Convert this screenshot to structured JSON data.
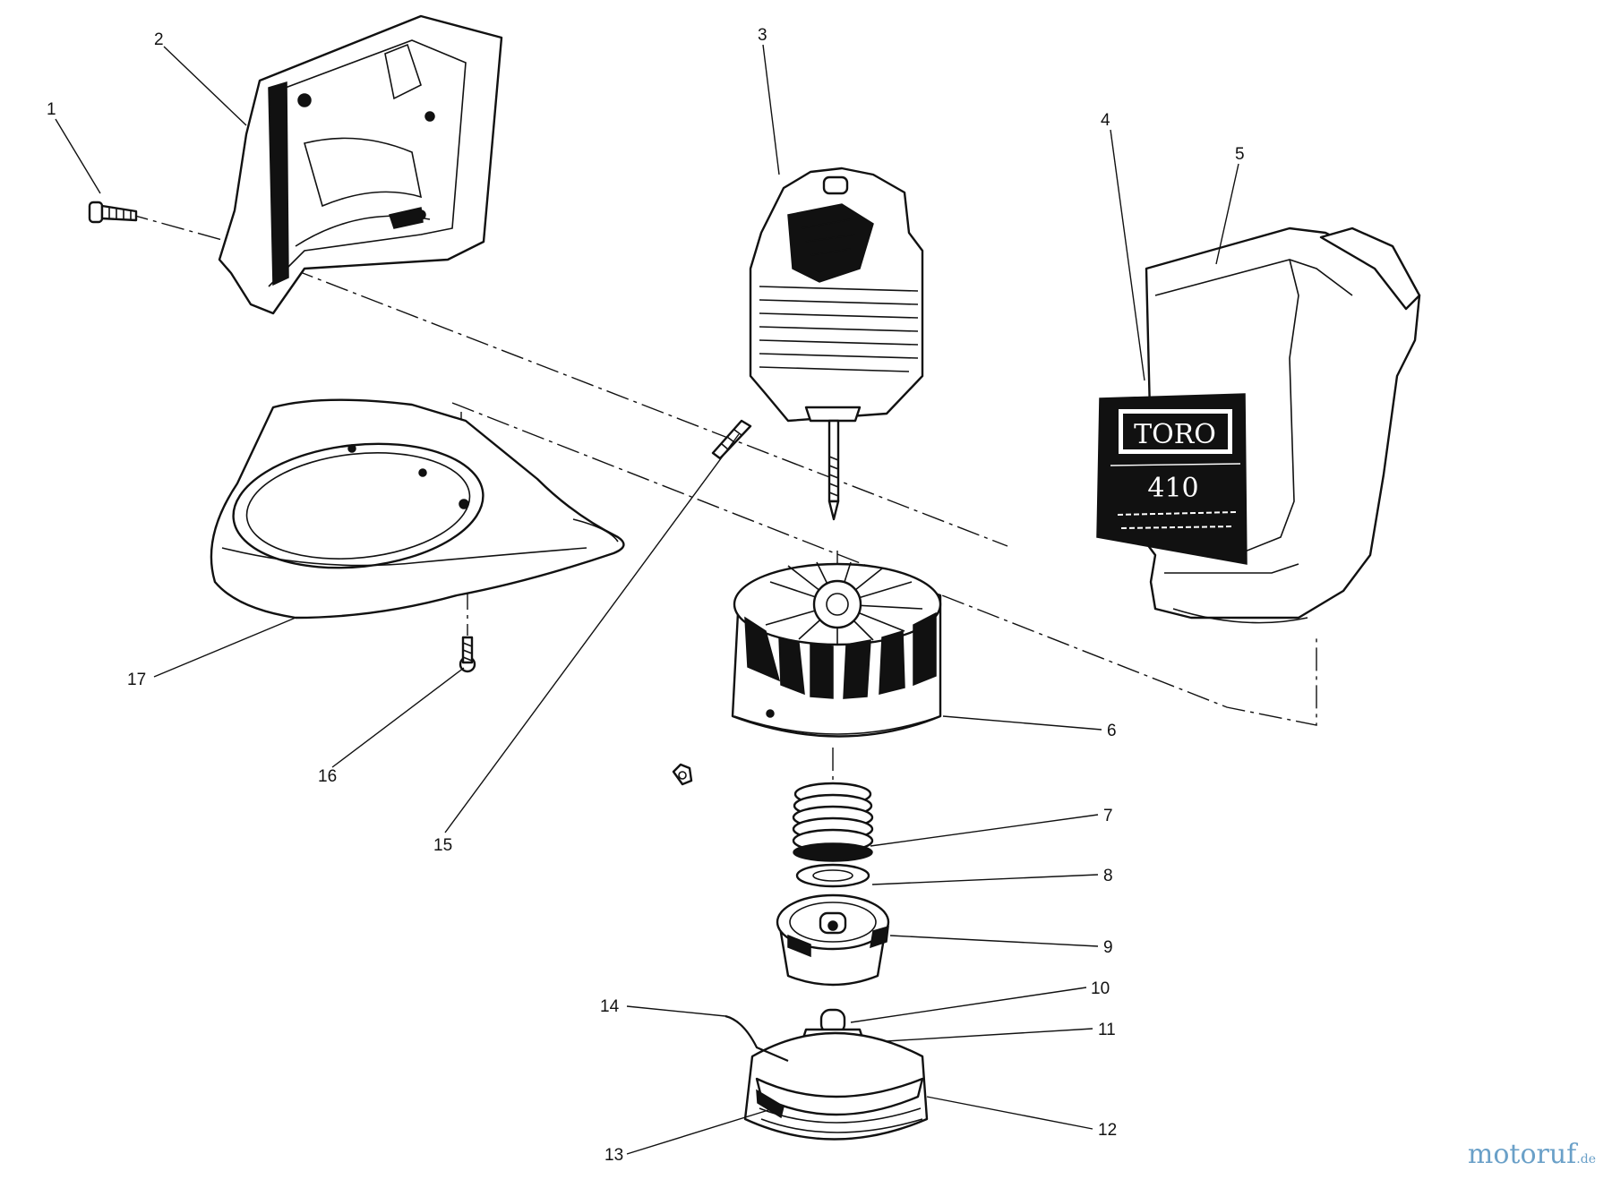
{
  "diagram": {
    "callouts": [
      "1",
      "2",
      "3",
      "4",
      "5",
      "6",
      "7",
      "8",
      "9",
      "10",
      "11",
      "12",
      "13",
      "14",
      "15",
      "16",
      "17"
    ],
    "decal": {
      "brand": "TORO",
      "model": "410"
    }
  },
  "watermark": {
    "main": "motoruf",
    "tld": ".de"
  }
}
